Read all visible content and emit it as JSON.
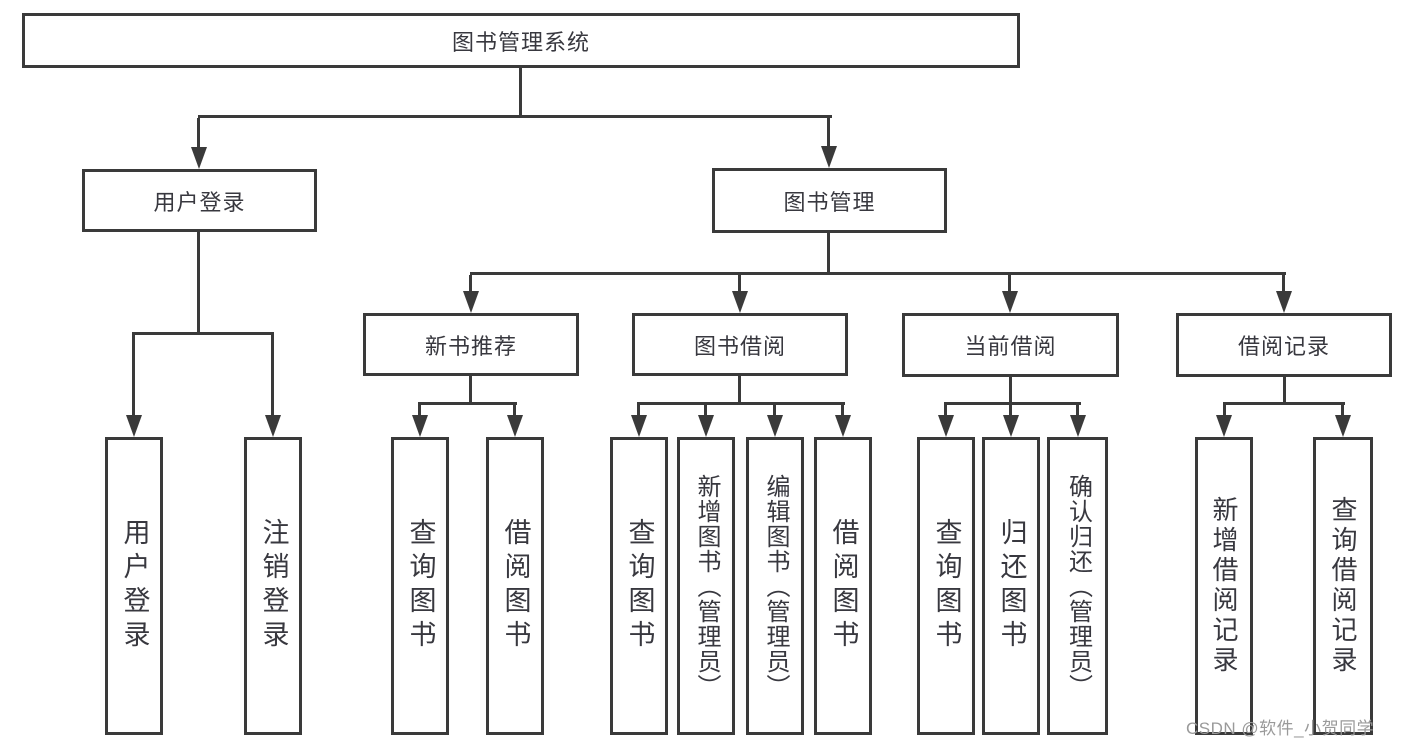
{
  "nodes": {
    "root": {
      "label": "图书管理系统"
    },
    "user_login": {
      "label": "用户登录"
    },
    "book_mgmt": {
      "label": "图书管理"
    },
    "new_book_rec": {
      "label": "新书推荐"
    },
    "book_borrow": {
      "label": "图书借阅"
    },
    "current_borrow": {
      "label": "当前借阅"
    },
    "borrow_record": {
      "label": "借阅记录"
    },
    "user_login_action": {
      "label": "用户登录"
    },
    "logout_action": {
      "label": "注销登录"
    },
    "nbr_query": {
      "label": "查询图书"
    },
    "nbr_borrow": {
      "label": "借阅图书"
    },
    "bb_query": {
      "label": "查询图书"
    },
    "bb_add": {
      "label": "新增图书（管理员）"
    },
    "bb_edit": {
      "label": "编辑图书（管理员）"
    },
    "bb_borrow": {
      "label": "借阅图书"
    },
    "cb_query": {
      "label": "查询图书"
    },
    "cb_return": {
      "label": "归还图书"
    },
    "cb_confirm": {
      "label": "确认归还（管理员）"
    },
    "br_add": {
      "label": "新增借阅记录"
    },
    "br_query": {
      "label": "查询借阅记录"
    }
  },
  "hierarchy": {
    "图书管理系统": {
      "用户登录": [
        "用户登录",
        "注销登录"
      ],
      "图书管理": {
        "新书推荐": [
          "查询图书",
          "借阅图书"
        ],
        "图书借阅": [
          "查询图书",
          "新增图书（管理员）",
          "编辑图书（管理员）",
          "借阅图书"
        ],
        "当前借阅": [
          "查询图书",
          "归还图书",
          "确认归还（管理员）"
        ],
        "借阅记录": [
          "新增借阅记录",
          "查询借阅记录"
        ]
      }
    }
  },
  "watermark": "CSDN @软件_小贺同学",
  "colors": {
    "line": "#3a3a3a",
    "text": "#38383f",
    "watermark": "#9a9a9a",
    "background": "#ffffff"
  }
}
